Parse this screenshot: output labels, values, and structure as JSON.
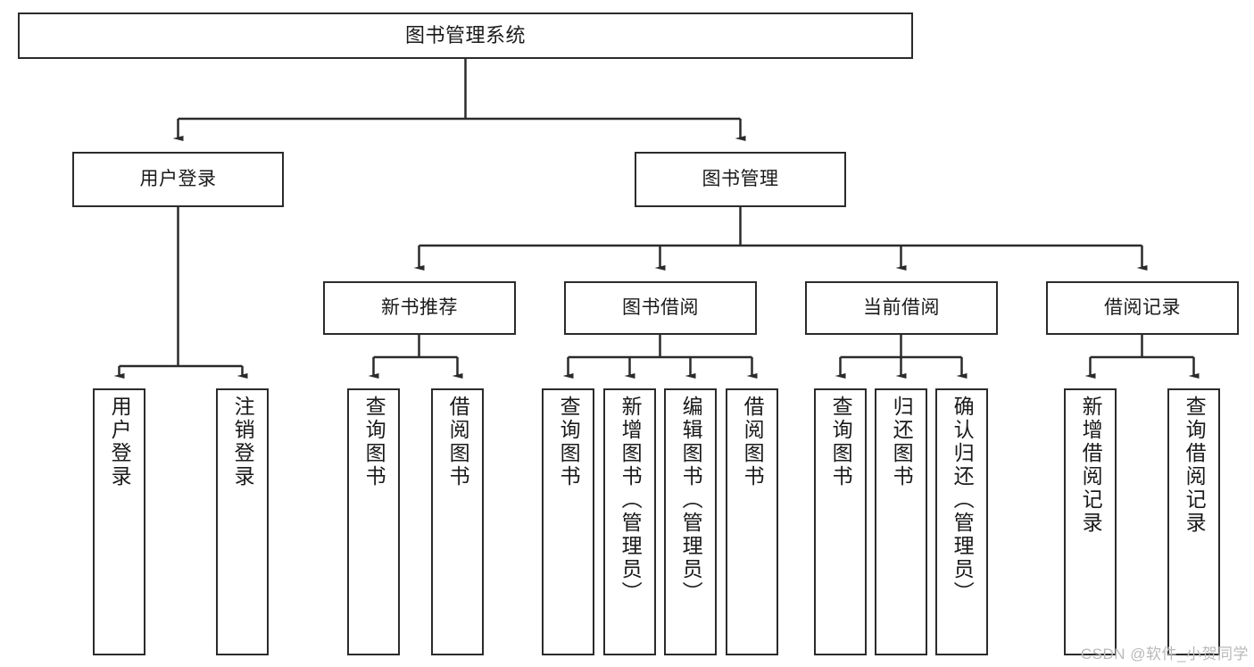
{
  "diagram": {
    "title": "图书管理系统",
    "type": "tree",
    "watermark": "CSDN @软件_小贺同学",
    "colors": {
      "box_border": "#2b2b2b",
      "box_fill": "#ffffff",
      "connector": "#2b2b2b",
      "text": "#1a1a1a",
      "watermark": "#b9b9b9"
    },
    "nodes": {
      "root": {
        "label": "图书管理系统"
      },
      "level2": [
        {
          "id": "user-login",
          "label": "用户登录"
        },
        {
          "id": "book-management",
          "label": "图书管理"
        }
      ],
      "level3": [
        {
          "id": "new-book-recommend",
          "label": "新书推荐"
        },
        {
          "id": "book-borrow",
          "label": "图书借阅"
        },
        {
          "id": "current-borrow",
          "label": "当前借阅"
        },
        {
          "id": "borrow-record",
          "label": "借阅记录"
        }
      ],
      "leaves": {
        "user-login": [
          {
            "id": "leaf-user-login",
            "label": "用户登录"
          },
          {
            "id": "leaf-logout-login",
            "label": "注销登录"
          }
        ],
        "new-book-recommend": [
          {
            "id": "leaf-query-book-1",
            "label": "查询图书"
          },
          {
            "id": "leaf-borrow-book-1",
            "label": "借阅图书"
          }
        ],
        "book-borrow": [
          {
            "id": "leaf-query-book-2",
            "label": "查询图书"
          },
          {
            "id": "leaf-add-book",
            "label": "新增图书（管理员）"
          },
          {
            "id": "leaf-edit-book",
            "label": "编辑图书（管理员）"
          },
          {
            "id": "leaf-borrow-book-2",
            "label": "借阅图书"
          }
        ],
        "current-borrow": [
          {
            "id": "leaf-query-book-3",
            "label": "查询图书"
          },
          {
            "id": "leaf-return-book",
            "label": "归还图书"
          },
          {
            "id": "leaf-confirm-return",
            "label": "确认归还（管理员）"
          }
        ],
        "borrow-record": [
          {
            "id": "leaf-add-record",
            "label": "新增借阅记录"
          },
          {
            "id": "leaf-query-record",
            "label": "查询借阅记录"
          }
        ]
      }
    }
  }
}
